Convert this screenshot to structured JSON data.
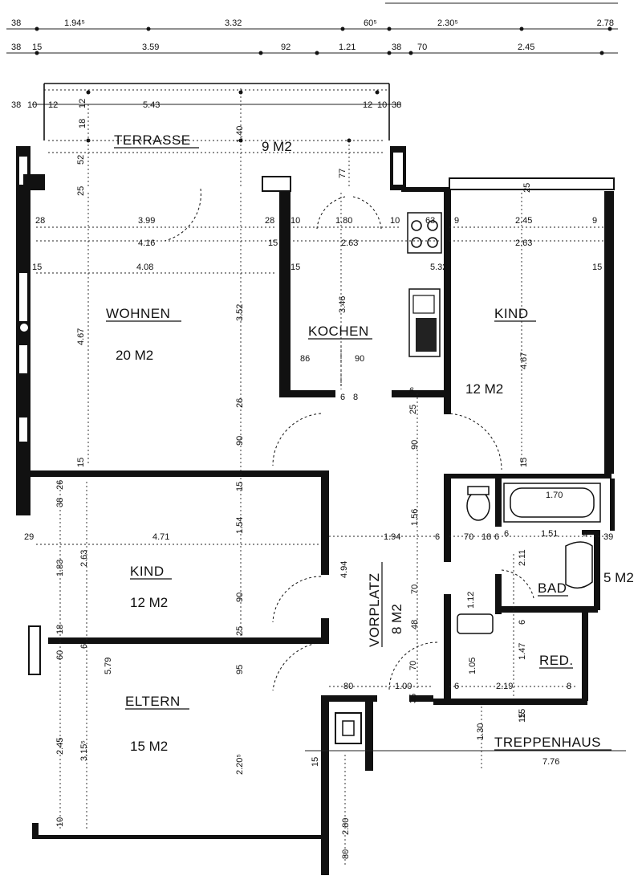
{
  "rooms": {
    "terrasse": {
      "name": "TERRASSE",
      "area": "9 M2"
    },
    "wohnen": {
      "name": "WOHNEN",
      "area": "20 M2"
    },
    "kochen": {
      "name": "KOCHEN"
    },
    "kind_right": {
      "name": "KIND",
      "area": "12 M2"
    },
    "kind_left": {
      "name": "KIND",
      "area": "12 M2"
    },
    "eltern": {
      "name": "ELTERN",
      "area": "15 M2"
    },
    "vorplatz": {
      "name": "VORPLATZ",
      "area": "8 M2"
    },
    "bad": {
      "name": "BAD",
      "area": "5 M2"
    },
    "red": {
      "name": "RED."
    },
    "treppenhaus": {
      "name": "TREPPENHAUS",
      "width": "7.76"
    }
  },
  "dimensions": {
    "top_row1": [
      "38",
      "1.94⁵",
      "3.32",
      "60⁵",
      "2.30⁵",
      "2.78"
    ],
    "top_row2": [
      "38",
      "15",
      "3.59",
      "92",
      "1.21",
      "38",
      "70",
      "2.45"
    ],
    "terrace_row": [
      "38",
      "10",
      "12",
      "5.43",
      "12",
      "10",
      "38"
    ],
    "terrace_vertical": [
      "52",
      "12",
      "18",
      "1.40",
      "77"
    ],
    "wohnen_widths": [
      "28",
      "3.99",
      "4.16",
      "4.08",
      "25",
      "15"
    ],
    "kochen_widths": [
      "28",
      "10",
      "1.80",
      "2.63",
      "15",
      "15",
      "10",
      "63"
    ],
    "kind_right_widths": [
      "9",
      "2.45",
      "9",
      "2.63",
      "5.32",
      "15",
      "25"
    ],
    "wohnen_heights": [
      "4.67",
      "3.52",
      "26",
      "90",
      "15"
    ],
    "kochen_heights": [
      "3.46",
      "86",
      "90",
      "6",
      "8",
      "25",
      "6"
    ],
    "kind_right_heights": [
      "4.67",
      "90",
      "15"
    ],
    "kind_left_dims": [
      "29",
      "4.71",
      "38",
      "26",
      "1.83",
      "2.63",
      "1.54",
      "15",
      "90",
      "25",
      "18",
      "60",
      "6"
    ],
    "vorplatz_dims": [
      "4.94",
      "1.94",
      "1.56",
      "6",
      "70",
      "18",
      "6",
      "1.12",
      "70",
      "48",
      "1.00",
      "80",
      "70",
      "35"
    ],
    "bad_dims": [
      "1.70",
      "6",
      "1.51",
      "6",
      "39",
      "2.11",
      "6"
    ],
    "red_dims": [
      "1.47",
      "1.05",
      "6",
      "2.19",
      "8",
      "15"
    ],
    "eltern_dims": [
      "5.79",
      "2.45",
      "3.15⁵",
      "95",
      "2.20⁵",
      "10",
      "15",
      "2.80",
      "80"
    ],
    "stair_dims": [
      "1.30",
      "15"
    ]
  }
}
